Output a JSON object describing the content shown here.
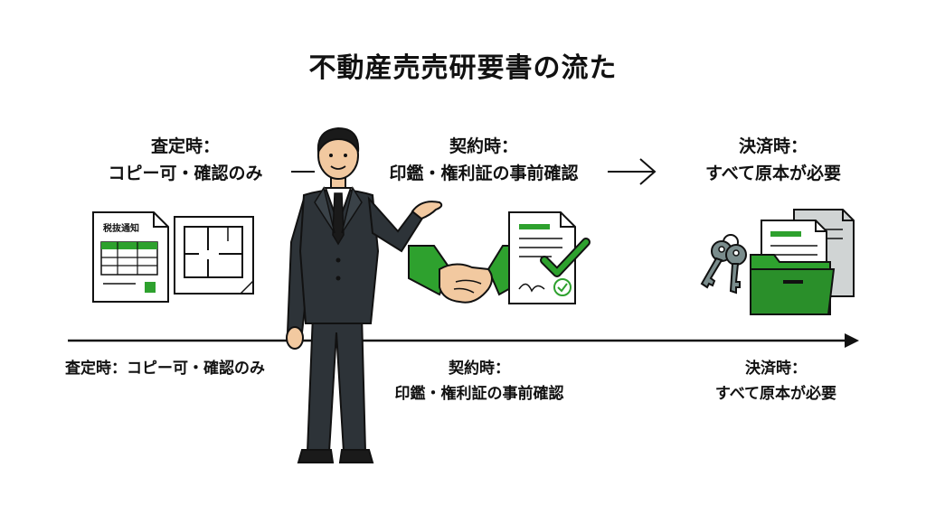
{
  "title": "不動産売売研要書の流た",
  "stages_top": [
    {
      "line1": "査定時：",
      "line2": "コピー可・確認のみ"
    },
    {
      "line1": "契約時：",
      "line2": "印鑑・権利証の事前確認"
    },
    {
      "line1": "決済時：",
      "line2": "すべて原本が必要"
    }
  ],
  "stages_bottom": [
    {
      "line1": "査定時：コピー可・確認のみ"
    },
    {
      "line1": "契約時：",
      "line2": "印鑑・権利証の事前確認"
    },
    {
      "line1": "決済時：",
      "line2": "すべて原本が必要"
    }
  ],
  "doc_label": "税抜通知",
  "colors": {
    "accent": "#2ea12e",
    "ink": "#111111",
    "suit": "#2d3338"
  }
}
